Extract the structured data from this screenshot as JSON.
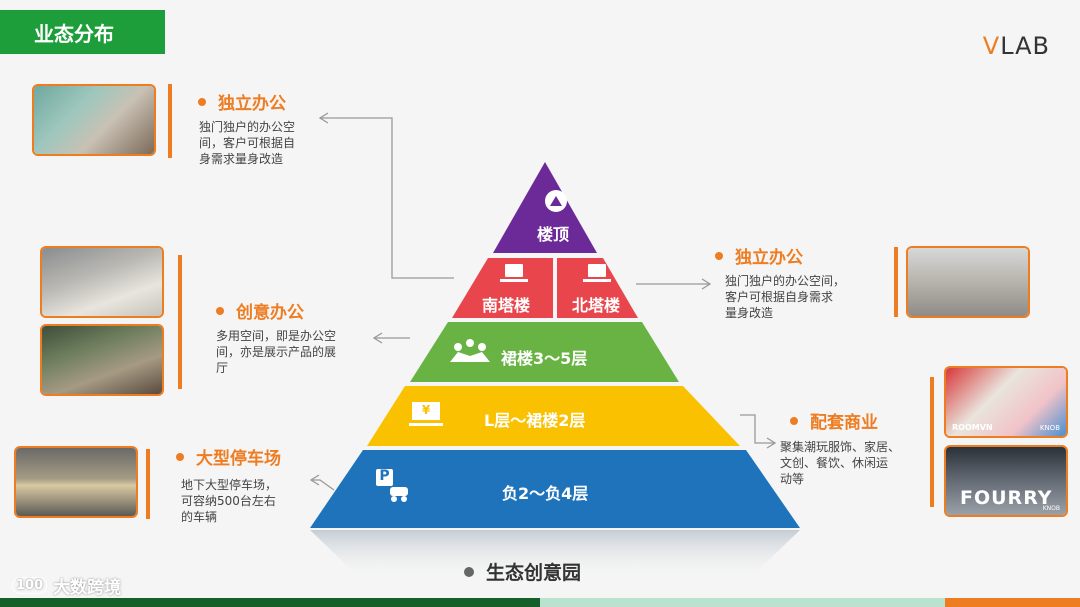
{
  "header": {
    "title": "业态分布",
    "logo_v": "V",
    "logo_rest": "LAB"
  },
  "pyramid": {
    "top": "楼顶",
    "south": "南塔楼",
    "north": "北塔楼",
    "podium": "裙楼3～5层",
    "retail": "L层～裙楼2层",
    "parking": "负2～负4层",
    "retail_icon": "¥",
    "parking_icon": "P",
    "colors": {
      "purple": "#6b2a98",
      "red": "#e8464c",
      "green": "#68b344",
      "yellow": "#f9c100",
      "blue": "#1f73bb"
    }
  },
  "callouts": {
    "office_left": {
      "title": "独立办公",
      "desc": [
        "独门独户的办公空",
        "间，客户可根据自",
        "身需求量身改造"
      ]
    },
    "creative": {
      "title": "创意办公",
      "desc": [
        "多用空间，即是办公空",
        "间，亦是展示产品的展",
        "厅"
      ]
    },
    "parking": {
      "title": "大型停车场",
      "desc": [
        "地下大型停车场，",
        "可容纳500台左右",
        "的车辆"
      ]
    },
    "office_right": {
      "title": "独立办公",
      "desc": [
        "独门独户的办公空间，",
        "客户可根据自身需求",
        "量身改造"
      ]
    },
    "commerce": {
      "title": "配套商业",
      "desc": [
        "聚集潮玩服饰、家居、",
        "文创、餐饮、休闲运",
        "动等"
      ]
    }
  },
  "photo_texts": {
    "store_sign": "ROOMVN",
    "store_sign_right": "KNOB",
    "mall_sign": "FOURRY",
    "mall_sign_small": "KNOB"
  },
  "bottom_label": "生态创意园",
  "watermark": {
    "logo": "100",
    "text": "大数跨境"
  }
}
